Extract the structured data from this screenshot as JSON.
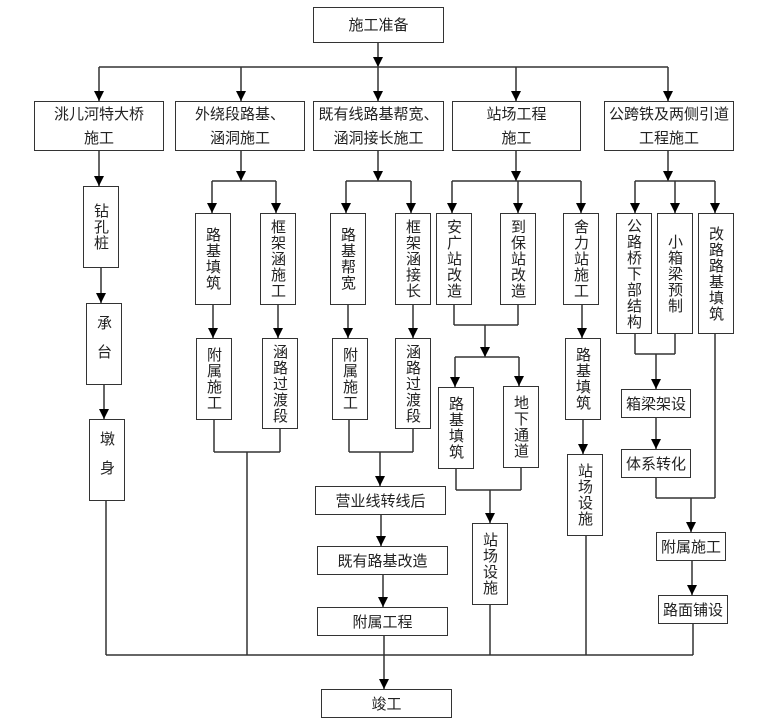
{
  "diagram": {
    "type": "construction-flowchart",
    "start": "施工准备",
    "end": "竣工",
    "branches": [
      {
        "title": "洮儿河特大桥\n施工",
        "steps": [
          "钻孔桩",
          "承台",
          "墩身"
        ]
      },
      {
        "title": "外绕段路基、\n涵洞施工",
        "columns": [
          [
            "路基填筑",
            "附属施工"
          ],
          [
            "框架涵施工",
            "涵路过渡段"
          ]
        ]
      },
      {
        "title": "既有线路基帮宽、\n涵洞接长施工",
        "columns": [
          [
            "路基帮宽",
            "附属施工"
          ],
          [
            "框架涵接长",
            "涵路过渡段"
          ]
        ],
        "after": [
          "营业线转线后",
          "既有路基改造",
          "附属工程"
        ]
      },
      {
        "title": "站场工程\n施工",
        "first": [
          "安广站改造",
          "到保站改造"
        ],
        "second": [
          "路基填筑",
          "地下通道"
        ],
        "merge": "站场设施",
        "side": [
          "舍力站施工",
          "路基填筑",
          "站场设施"
        ]
      },
      {
        "title": "公跨铁及两侧引道\n工程施工",
        "first": [
          "公路桥下部结构",
          "小箱梁预制"
        ],
        "side": "改路路基填筑",
        "chain": [
          "箱梁架设",
          "体系转化"
        ],
        "after": [
          "附属施工",
          "路面铺设"
        ]
      }
    ]
  },
  "colors": {
    "line": "#333333",
    "text": "#222222",
    "background": "#ffffff"
  }
}
